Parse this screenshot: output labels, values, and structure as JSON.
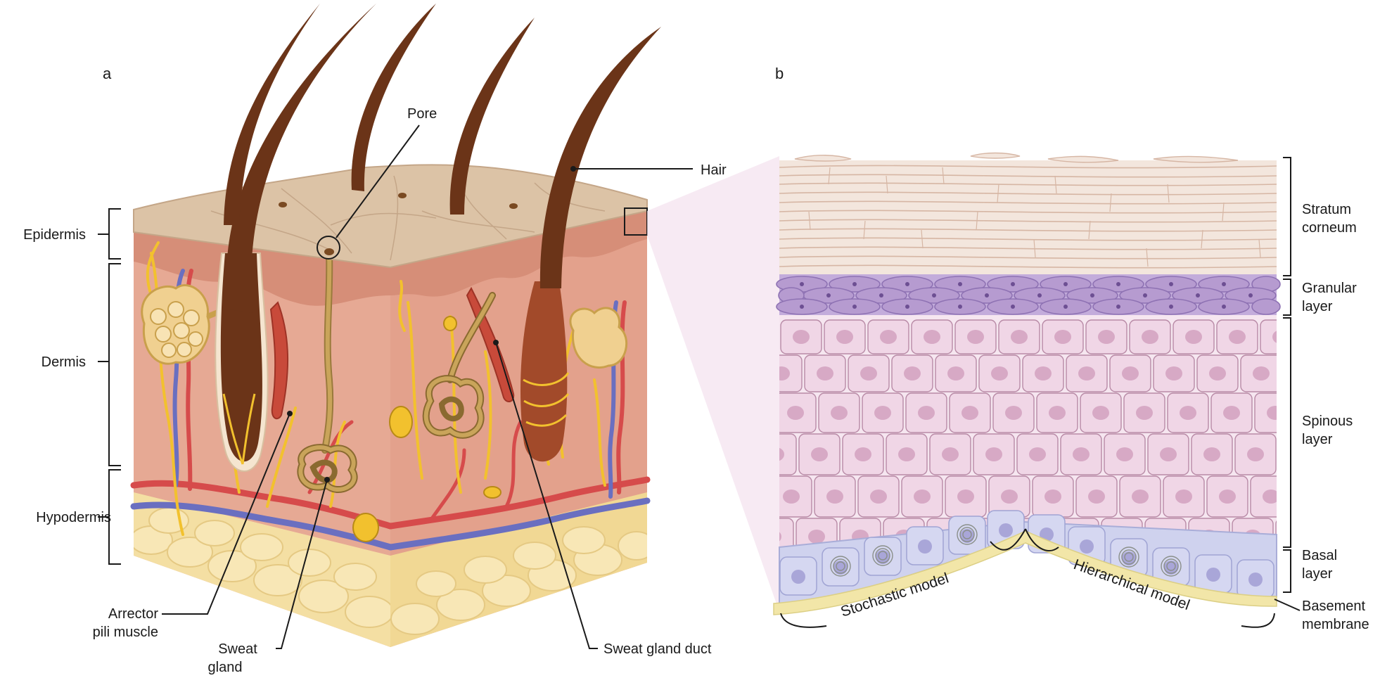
{
  "panel_a": {
    "letter": "a",
    "labels": {
      "pore": "Pore",
      "hair": "Hair",
      "epidermis": "Epidermis",
      "dermis": "Dermis",
      "hypodermis": "Hypodermis",
      "arrector_line1": "Arrector",
      "arrector_line2": "pili muscle",
      "sweat_gland_line1": "Sweat",
      "sweat_gland_line2": "gland",
      "sweat_gland_duct": "Sweat gland duct"
    }
  },
  "panel_b": {
    "letter": "b",
    "layers": {
      "stratum_corneum_line1": "Stratum",
      "stratum_corneum_line2": "corneum",
      "granular_line1": "Granular",
      "granular_line2": "layer",
      "spinous_line1": "Spinous",
      "spinous_line2": "layer",
      "basal_line1": "Basal",
      "basal_line2": "layer",
      "basement_line1": "Basement",
      "basement_line2": "membrane"
    },
    "models": {
      "stochastic": "Stochastic model",
      "hierarchical": "Hierarchical model"
    }
  },
  "colors": {
    "skin_surface": "#dcc3a6",
    "epidermis_side": "#c79a78",
    "dermis": "#e6a994",
    "hypodermis_fat": "#f4dfa3",
    "hair": "#6b3418",
    "nerve": "#f2c12e",
    "artery": "#d64b4b",
    "vein": "#6a6fc0",
    "corneum": "#f3e6dd",
    "granular": "#b69bd0",
    "spinous": "#f0d6e6",
    "basal": "#cfd2ee",
    "basement": "#f2e6a8"
  }
}
